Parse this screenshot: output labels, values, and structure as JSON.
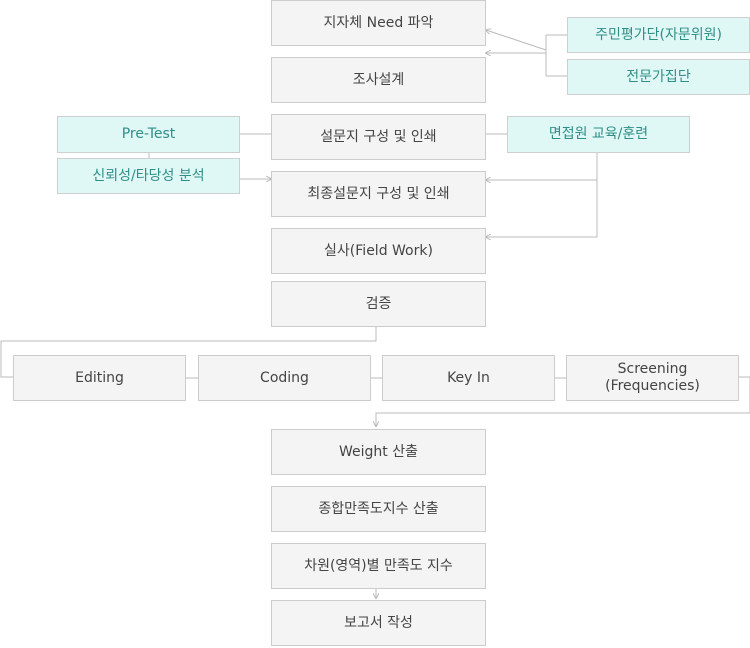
{
  "nodes": {
    "step1": "지자체 Need 파악",
    "step2": "조사설계",
    "step3": "설문지 구성 및 인쇄",
    "step4": "최종설문지 구성 및 인쇄",
    "step5": "실사(Field Work)",
    "step6": "검증",
    "editing": "Editing",
    "coding": "Coding",
    "keyin": "Key In",
    "screening_1": "Screening",
    "screening_2": "(Frequencies)",
    "step7": "Weight 산출",
    "step8": "종합만족도지수 산출",
    "step9": "차원(영역)별 만족도 지수",
    "step10": "보고서 작성"
  },
  "side_nodes": {
    "advisory": "주민평가단(자문위원)",
    "experts": "전문가집단",
    "pretest": "Pre-Test",
    "reliability": "신뢰성/타당성 분석",
    "training": "면접원 교육/훈련"
  },
  "colors": {
    "main_fill": "#f4f4f4",
    "main_border": "#cccccc",
    "main_text": "#444444",
    "side_fill": "#dff7f5",
    "side_text": "#2f8f87",
    "connector": "#bbbbbb"
  }
}
